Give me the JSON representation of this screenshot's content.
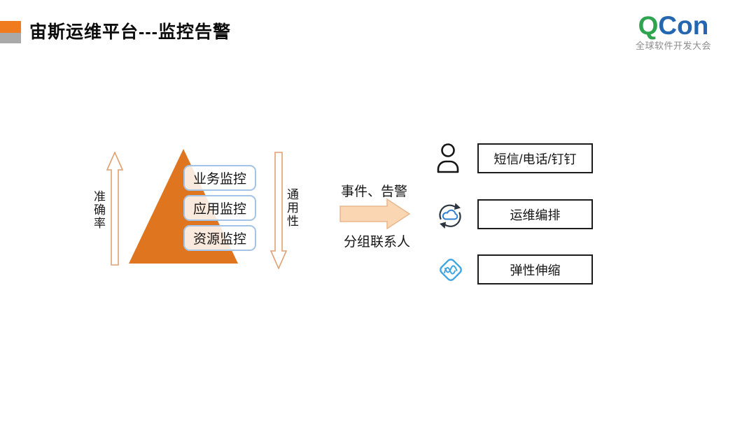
{
  "header": {
    "title": "宙斯运维平台---监控告警"
  },
  "logo": {
    "q": "Q",
    "con": "Con",
    "tagline": "全球软件开发大会"
  },
  "pyramid": {
    "left_label": "准确率",
    "right_label": "通用性",
    "levels": [
      "业务监控",
      "应用监控",
      "资源监控"
    ]
  },
  "flow": {
    "top_label": "事件、告警",
    "bottom_label": "分组联系人"
  },
  "outputs": [
    {
      "icon": "user-icon",
      "label": "短信/电话/钉钉"
    },
    {
      "icon": "cloud-sync-icon",
      "label": "运维编排"
    },
    {
      "icon": "elastic-scaling-icon",
      "label": "弹性伸缩"
    }
  ],
  "colors": {
    "triangle_orange": "#DF751F",
    "bullet_orange": "#F07B1F",
    "bullet_gray": "#A9A9A9",
    "flow_arrow_fill": "#FAD7B2",
    "flow_arrow_border": "#E9B78D",
    "axis_arrow_border": "#E0A173",
    "level_box_border": "#A3C4E6",
    "logo_green": "#2EA44E",
    "logo_blue": "#2566B0",
    "icon_blue": "#3FA5E5",
    "tagline_gray": "#8C8C8C"
  }
}
